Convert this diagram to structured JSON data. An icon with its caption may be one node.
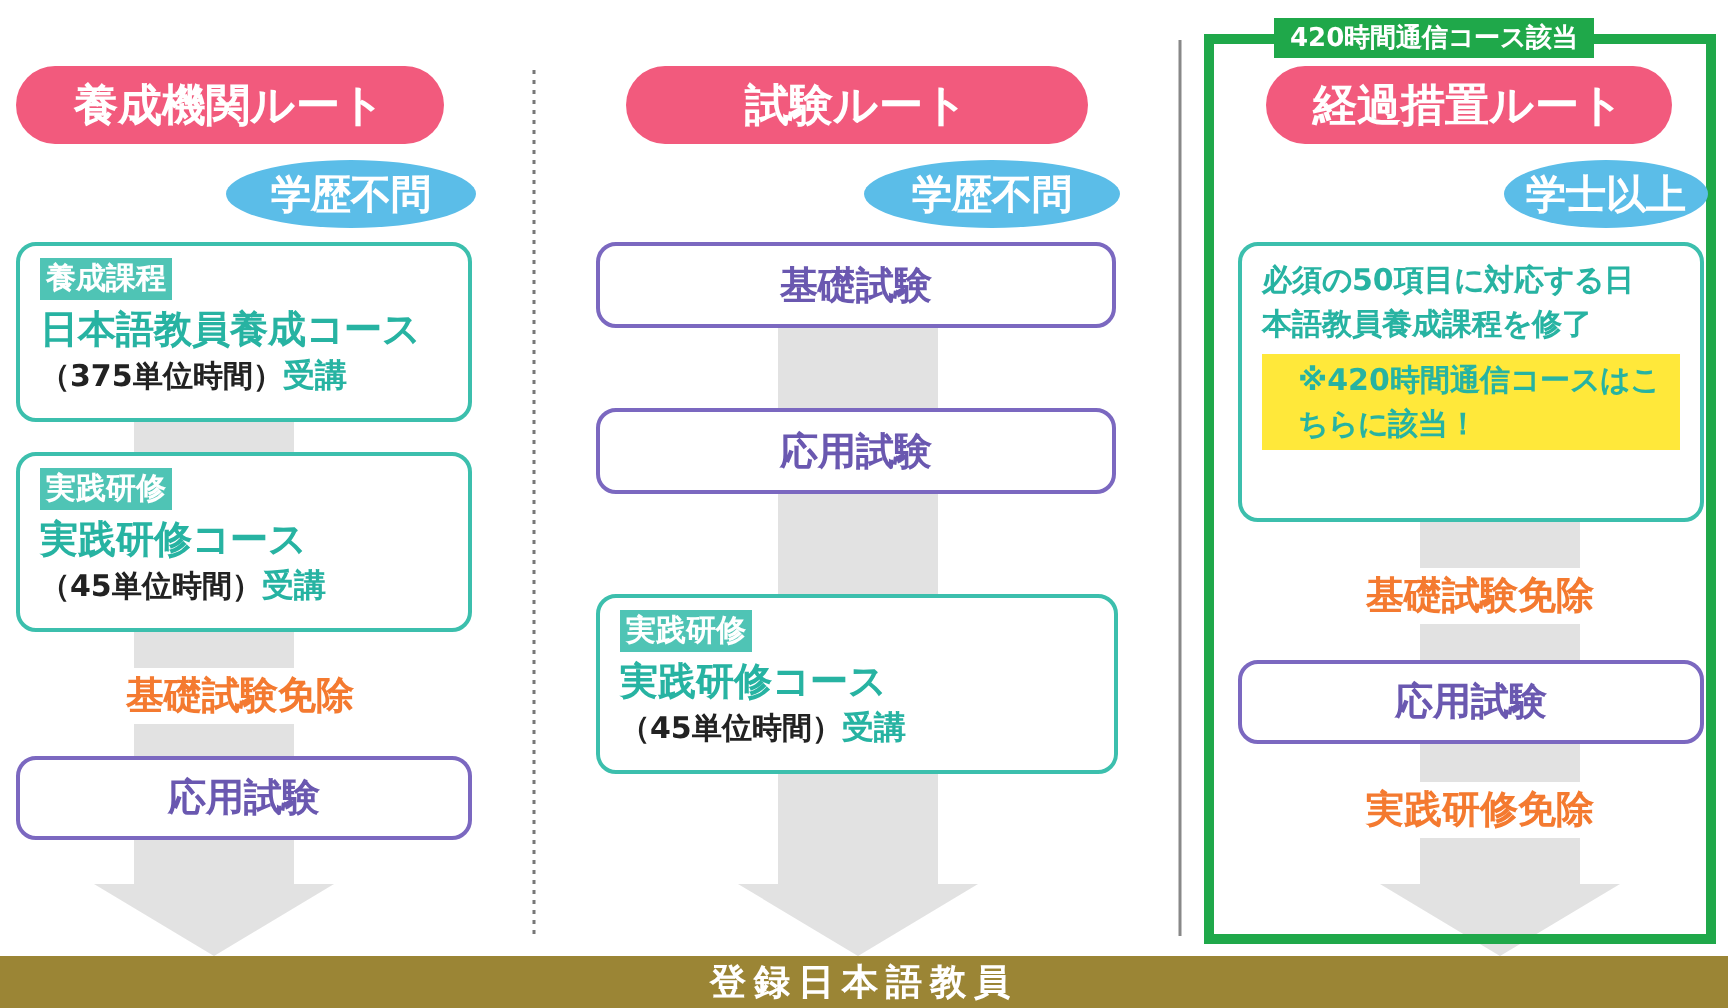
{
  "diagram": {
    "nodes": [
      {
        "text": [
          "養成機関ルート"
        ]
      },
      {
        "text": [
          "学歴不問"
        ]
      },
      {
        "text": [
          "養成課程",
          "日本語教員養成コース",
          "（375単位時間）",
          "受講"
        ]
      },
      {
        "text": [
          "実践研修",
          "実践研修コース",
          "（45単位時間）",
          "受講"
        ]
      },
      {
        "text": [
          "基礎試験免除"
        ]
      },
      {
        "text": [
          "応用試験"
        ]
      },
      {
        "text": [
          "試験ルート"
        ]
      },
      {
        "text": [
          "学歴不問"
        ]
      },
      {
        "text": [
          "基礎試験"
        ]
      },
      {
        "text": [
          "応用試験"
        ]
      },
      {
        "text": [
          "実践研修",
          "実践研修コース",
          "（45単位時間）",
          "受講"
        ]
      },
      {
        "text": [
          "420時間通信コース該当"
        ]
      },
      {
        "text": [
          "経過措置ルート"
        ],
        "in": 11
      },
      {
        "text": [
          "学士以上"
        ],
        "in": 11
      },
      {
        "text": [
          "必須の50項目に対応する日本語教員養成課程を修了",
          "※420時間通信コースはこちらに該当！"
        ],
        "in": 11
      },
      {
        "text": [
          "基礎試験免除"
        ],
        "in": 11
      },
      {
        "text": [
          "応用試験"
        ],
        "in": 11
      },
      {
        "text": [
          "実践研修免除"
        ],
        "in": 11
      },
      {
        "text": [
          "登録日本語教員"
        ]
      }
    ],
    "edges": [
      {
        "from": 2,
        "to": 3,
        "arrow": "none"
      },
      {
        "from": 3,
        "to": 4,
        "arrow": "none"
      },
      {
        "from": 4,
        "to": 5,
        "arrow": "none"
      },
      {
        "from": 5,
        "to": 18,
        "arrow": "to"
      },
      {
        "from": 8,
        "to": 9,
        "arrow": "none"
      },
      {
        "from": 9,
        "to": 10,
        "arrow": "none"
      },
      {
        "from": 10,
        "to": 18,
        "arrow": "to"
      },
      {
        "from": 14,
        "to": 15,
        "arrow": "none"
      },
      {
        "from": 15,
        "to": 16,
        "arrow": "none"
      },
      {
        "from": 16,
        "to": 17,
        "arrow": "none"
      },
      {
        "from": 17,
        "to": 18,
        "arrow": "to"
      }
    ]
  }
}
